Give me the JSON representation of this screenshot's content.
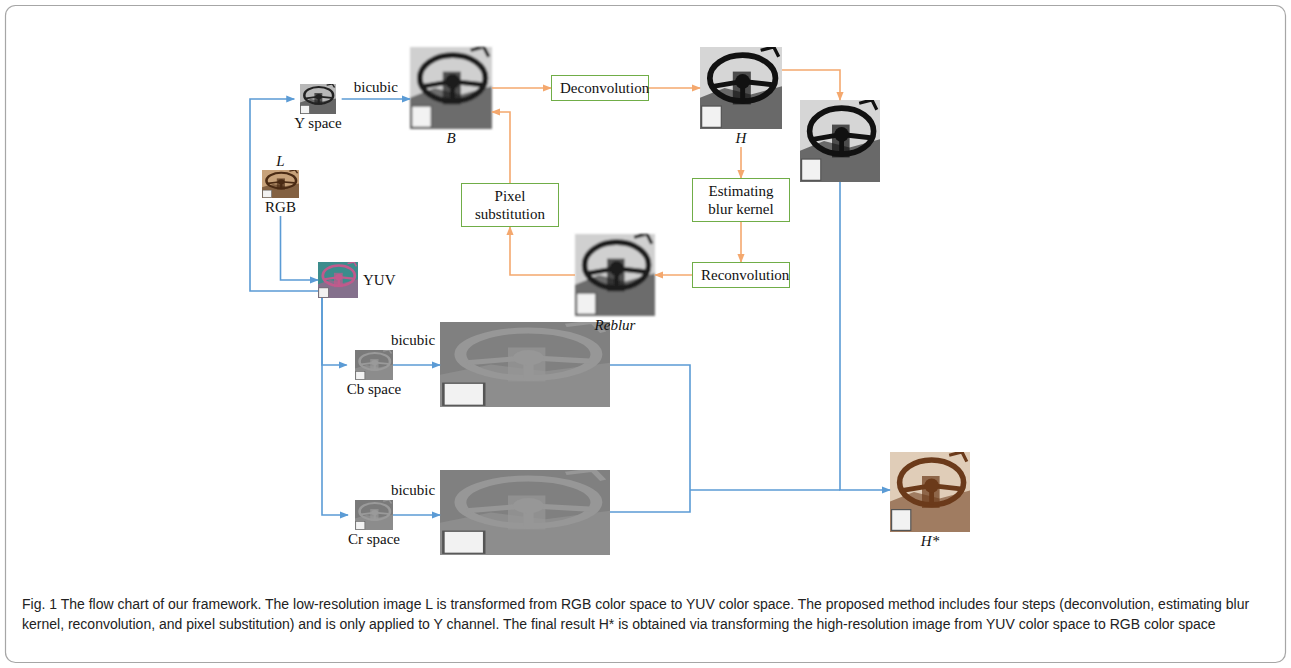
{
  "diagram": {
    "caption": "Fig. 1 The flow chart of our framework. The low-resolution image L is transformed from RGB color space to YUV color space. The proposed method includes four steps (deconvolution, estimating blur kernel, reconvolution, and pixel substitution) and is only applied to Y channel. The final result H* is obtained via transforming the high-resolution image from YUV color space to RGB color space",
    "nodes": [
      {
        "text": [
          "L",
          "RGB"
        ]
      },
      {
        "text": [
          "Y space"
        ]
      },
      {
        "text": [
          "B"
        ]
      },
      {
        "text": [
          "Deconvolution"
        ]
      },
      {
        "text": [
          "H"
        ]
      },
      {
        "text": [
          "Pixel substitution"
        ]
      },
      {
        "text": [
          "Estimating blur kernel"
        ]
      },
      {
        "text": [
          "Reblur"
        ]
      },
      {
        "text": [
          "Reconvolution"
        ]
      },
      {
        "text": [
          "YUV"
        ]
      },
      {
        "text": [
          "Cb space"
        ]
      },
      {
        "text": [
          "Cr space"
        ]
      },
      {
        "text": [
          "H*"
        ]
      }
    ],
    "edges": [
      {
        "from": 0,
        "to": 9,
        "arrow": "to"
      },
      {
        "from": 9,
        "to": 1,
        "arrow": "to"
      },
      {
        "from": 1,
        "to": 2,
        "arrow": "to",
        "label": "bicubic"
      },
      {
        "from": 2,
        "to": 3,
        "arrow": "to"
      },
      {
        "from": 3,
        "to": 4,
        "arrow": "to"
      },
      {
        "from": 4,
        "to": 6,
        "arrow": "to"
      },
      {
        "from": 6,
        "to": 8,
        "arrow": "to"
      },
      {
        "from": 8,
        "to": 7,
        "arrow": "to"
      },
      {
        "from": 7,
        "to": 5,
        "arrow": "to"
      },
      {
        "from": 5,
        "to": 2,
        "arrow": "to"
      },
      {
        "from": 9,
        "to": 10,
        "arrow": "to"
      },
      {
        "from": 9,
        "to": 11,
        "arrow": "to"
      }
    ],
    "labels": [
      "bicubic",
      "bicubic"
    ]
  }
}
